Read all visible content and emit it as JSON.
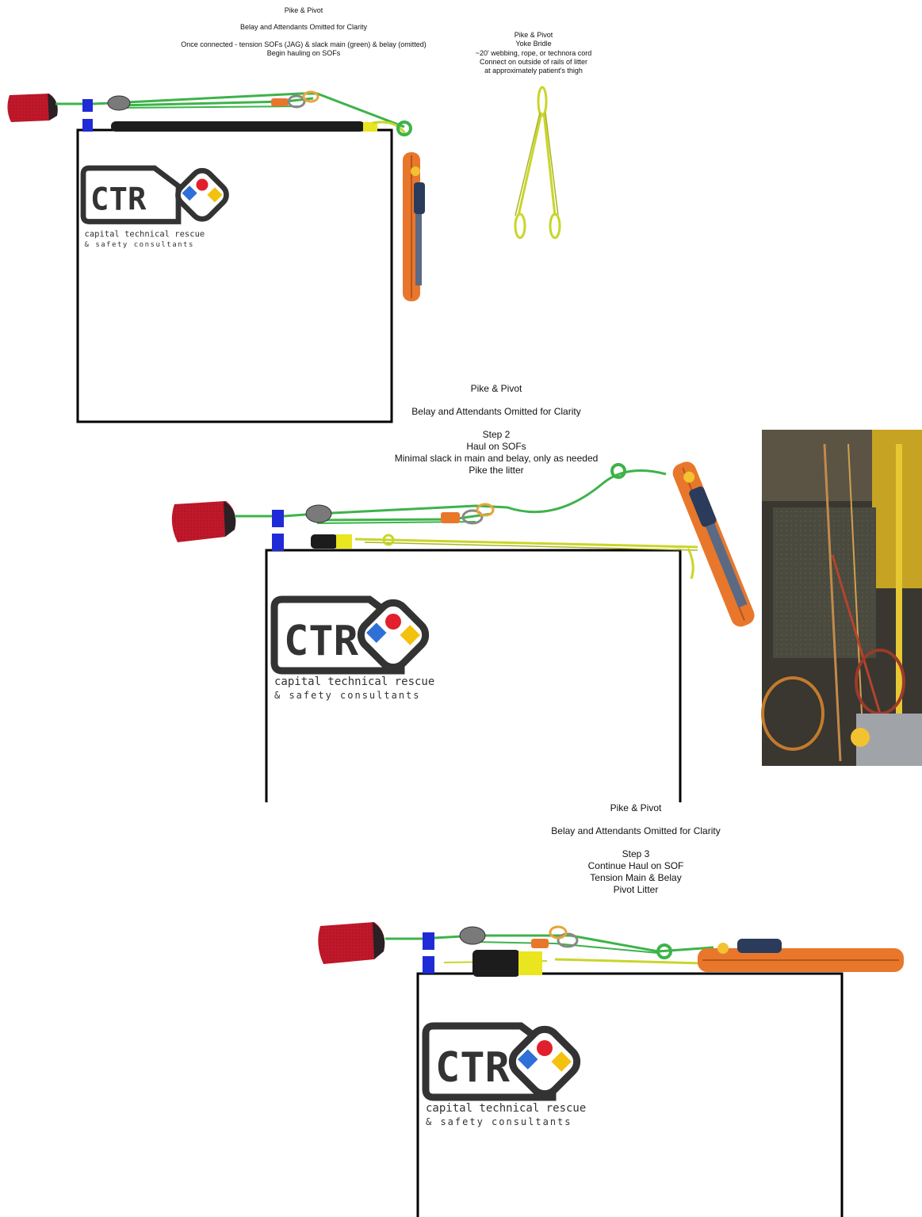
{
  "colors": {
    "bag": "#c0182a",
    "bag_dark": "#6a0a12",
    "anchor_blue": "#1f2bd6",
    "rope_green": "#3db34a",
    "rope_yellow": "#c9d52a",
    "litter_orange": "#e8772c",
    "helmet_yellow": "#f2c230",
    "logo_red": "#e0202c",
    "logo_blue": "#2f6fd8",
    "logo_yellow": "#f4c20d",
    "ink": "#111111"
  },
  "panel1": {
    "title": "Pike & Pivot",
    "subtitle": "Belay and Attendants Omitted for Clarity",
    "step_line1": "Once connected - tension SOFs (JAG) & slack main (green) & belay (omitted)",
    "step_line2": "Begin hauling on SOFs"
  },
  "bridle": {
    "title": "Pike & Pivot",
    "line1": "Yoke Bridle",
    "line2": "~20' webbing, rope, or technora cord",
    "line3": "Connect on outside of rails of litter",
    "line4": "at approximately patient's thigh"
  },
  "panel2": {
    "title": "Pike & Pivot",
    "subtitle": "Belay and Attendants Omitted for Clarity",
    "step": "Step 2",
    "line1": "Haul on SOFs",
    "line2": "Minimal slack in main and belay, only as needed",
    "line3": "Pike the litter"
  },
  "panel3": {
    "title": "Pike & Pivot",
    "subtitle": "Belay and Attendants Omitted for Clarity",
    "step": "Step 3",
    "line1": "Continue Haul on SOF",
    "line2": "Tension Main & Belay",
    "line3": "Pivot Litter"
  },
  "logo": {
    "mark": "CTR",
    "line1": "capital technical rescue",
    "line2": "& safety consultants"
  },
  "photo": {
    "icon": "photo-icon"
  }
}
